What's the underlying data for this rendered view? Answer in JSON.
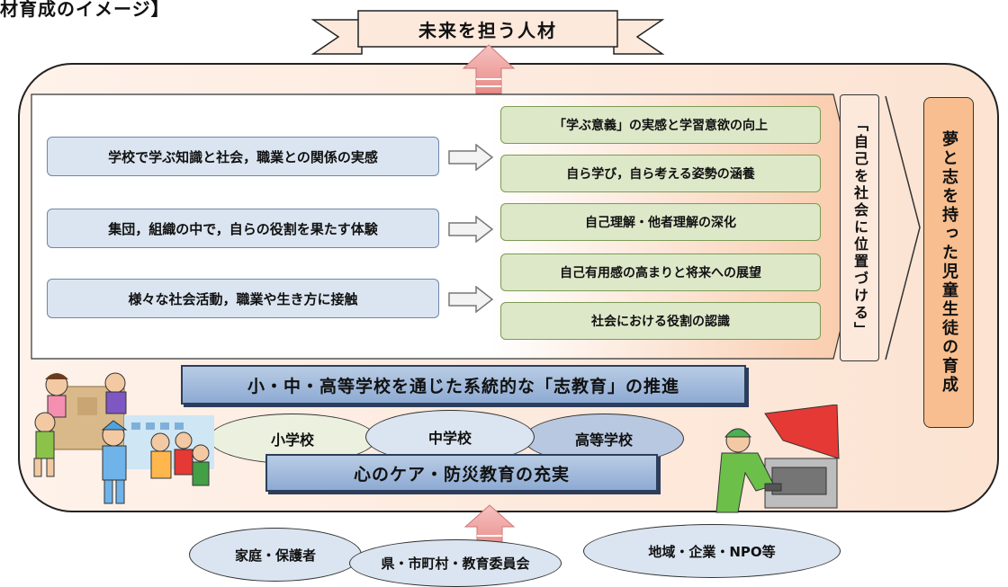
{
  "page_title": "材育成のイメージ】",
  "banner_top": "未来を担う人材",
  "experiences": [
    "学校で学ぶ知識と社会，職業との関係の実感",
    "集団，組織の中で，自らの役割を果たす体験",
    "様々な社会活動，職業や生き方に接触"
  ],
  "outcomes": [
    "「学ぶ意義」の実感と学習意欲の向上",
    "自ら学び，自ら考える姿勢の涵養",
    "自己理解・他者理解の深化",
    "自己有用感の高まりと将来への展望",
    "社会における役割の認識"
  ],
  "self_position": "「自己を社会に位置づける」",
  "goal": "夢と志を持った児童生徒の育成",
  "kokorozashi_bar": "小・中・高等学校を通じた系統的な「志教育」の推進",
  "schools": [
    "小学校",
    "中学校",
    "高等学校"
  ],
  "care_bar": "心のケア・防災教育の充実",
  "supporters": [
    "家庭・保護者",
    "県・市町村・教育委員会",
    "地域・企業・NPO等"
  ],
  "colors": {
    "frame": "#fde9dc",
    "left_box": "#dbe5f1",
    "right_box": "#dde8c9",
    "goal": "#f9be8f",
    "bar": "#8eaad3",
    "arrow": "#f4a6a3"
  },
  "icons": [
    "up-arrow-icon",
    "right-arrow-icon",
    "ribbon-banner-icon",
    "chevron-icon"
  ]
}
